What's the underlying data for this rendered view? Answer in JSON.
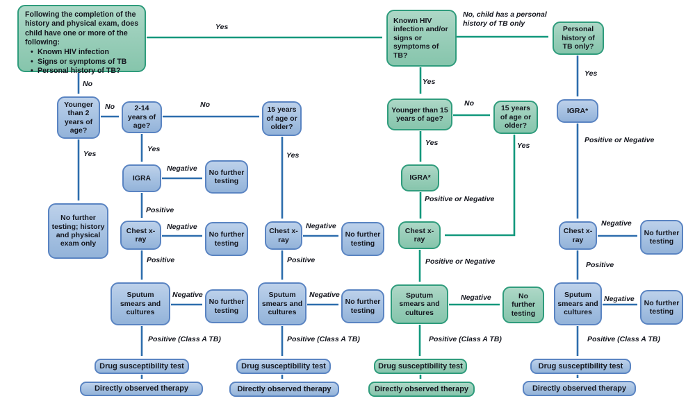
{
  "colors": {
    "green-fill": "#9ccfbb",
    "green-fill-dark": "#86c5ac",
    "green-border": "#2f9c7c",
    "green-arrow": "#11987c",
    "blue-fill": "#abc5e4",
    "blue-fill-dark": "#93b3d9",
    "blue-border": "#5a84c2",
    "blue-arrow": "#2d6dad",
    "text": "#15171f",
    "background": "#ffffff"
  },
  "start_box": {
    "intro": "Following the completion of the history and physical exam, does child have one or more of the following:",
    "bullets": [
      "Known HIV infection",
      "Signs or symptoms of TB",
      "Personal history of TB?"
    ]
  },
  "box_labels": {
    "known_hiv": "Known HIV infection and/or signs or symptoms of TB?",
    "personal_tb": "Personal history of TB only?",
    "younger_2": "Younger than 2 years of age?",
    "age_2_14": "2-14 years of age?",
    "age_15_older": "15 years of age or older?",
    "younger_15": "Younger than 15 years of age?",
    "no_further_history": "No further testing; history and physical exam only",
    "igra": "IGRA",
    "igra_star": "IGRA*",
    "chest_xray": "Chest x-ray",
    "sputum": "Sputum smears and cultures",
    "no_further": "No further testing",
    "dst": "Drug susceptibility test",
    "dot": "Directly observed therapy"
  },
  "edge_labels": {
    "yes": "Yes",
    "no": "No",
    "negative": "Negative",
    "positive": "Positive",
    "pos_or_neg": "Positive or Negative",
    "pos_class_a": "Positive (Class A TB)",
    "no_personal_only": "No, child has a personal history of TB only"
  }
}
